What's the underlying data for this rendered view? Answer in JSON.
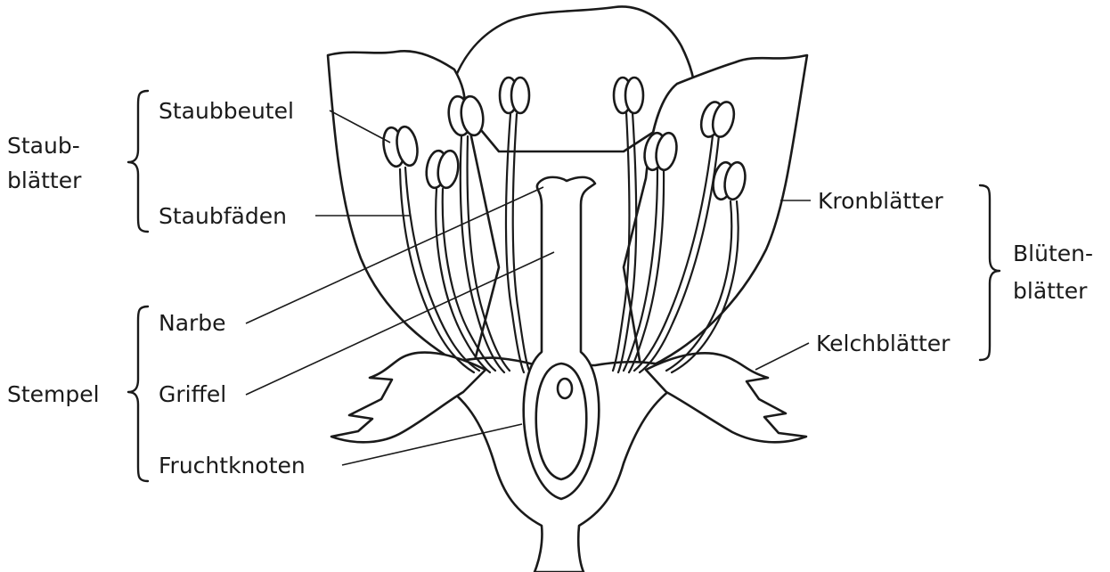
{
  "labels": {
    "staubbeutel": "Staubbeutel",
    "staubfaeden": "Staubfäden",
    "staubblaetter_line1": "Staub-",
    "staubblaetter_line2": "blätter",
    "narbe": "Narbe",
    "griffel": "Griffel",
    "fruchtknoten": "Fruchtknoten",
    "stempel": "Stempel",
    "kronblaetter": "Kronblätter",
    "kelchblaetter": "Kelchblätter",
    "bluetenblaetter_line1": "Blüten-",
    "bluetenblaetter_line2": "blätter"
  },
  "colors": {
    "ink": "#1a1a1a",
    "background": "#ffffff"
  }
}
